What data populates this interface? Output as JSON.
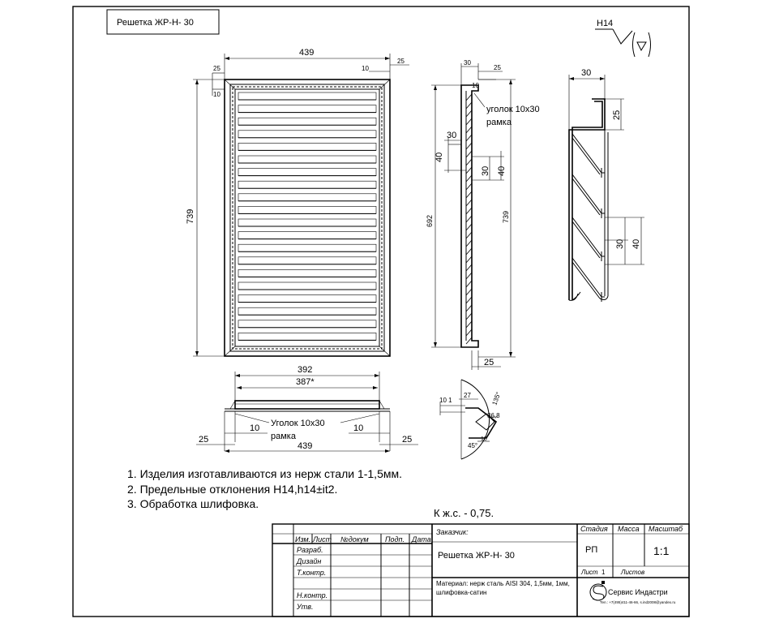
{
  "title_box": {
    "title": "Решетка ЖР-Н- 30"
  },
  "roughness": {
    "label": "H14"
  },
  "front_view": {
    "width_top": "439",
    "height_left": "739",
    "dim_25_top_left": "25",
    "dim_10_top_left": "10",
    "dim_10_top_right": "10",
    "dim_25_top_right": "25"
  },
  "side_view": {
    "dim_30_top": "30",
    "dim_25_top": "25",
    "dim_10": "10",
    "label_angle": "уголок 10х30",
    "label_frame": "рамка",
    "dim_30_mid": "30",
    "dim_40_mid": "40",
    "dim_30_right": "30",
    "dim_40_right": "40",
    "dim_692": "692",
    "dim_739": "739",
    "dim_25_bottom": "25"
  },
  "detail_view": {
    "dim_30": "30",
    "dim_25": "25",
    "dim_30_low": "30",
    "dim_40_low": "40"
  },
  "bottom_view": {
    "dim_392": "392",
    "dim_387": "387*",
    "dim_439": "439",
    "dim_10_left": "10",
    "dim_10_right": "10",
    "dim_25_left": "25",
    "dim_25_right": "25",
    "label_angle": "Уголок 10х30",
    "label_frame": "рамка"
  },
  "section_view": {
    "dim_27": "27",
    "dim_10_1": "10 1",
    "dim_36_8": "36,8",
    "dim_135": "135°",
    "dim_45": "45°",
    "dim_10": "10"
  },
  "notes": [
    "1. Изделия изготавливаются из нерж стали 1-1,5мм.",
    "2. Предельные отклонения H14,h14±it2.",
    "3. Обработка шлифовка."
  ],
  "coefficient": "К ж.с. - 0,75.",
  "title_block": {
    "customer_label": "Заказчик:",
    "name": "Решетка ЖР-Н- 30",
    "material": "Материал: нерж сталь AISI 304, 1,5мм, 1мм,",
    "finish": "шлифовка-сатин",
    "col_izm": "Изм.",
    "col_list": "Лист",
    "col_ndoc": "№докум",
    "col_podp": "Подп.",
    "col_data": "Дата",
    "row_razrab": "Разраб.",
    "row_dizain": "Дизайн",
    "row_tkontr": "Т.контр.",
    "row_nkontr": "Н.контр.",
    "row_utv": "Утв.",
    "stadia_label": "Стадия",
    "massa_label": "Масса",
    "masshtab_label": "Масштаб",
    "stadia_value": "РП",
    "scale_value": "1:1",
    "sheet_label": "Лист",
    "sheet_value": "1",
    "sheets_label": "Листов",
    "company": "Сервис Индастри",
    "company_contacts": "Тел.: +7(495)411-46-66, s.ind2008@yandex.ru"
  }
}
